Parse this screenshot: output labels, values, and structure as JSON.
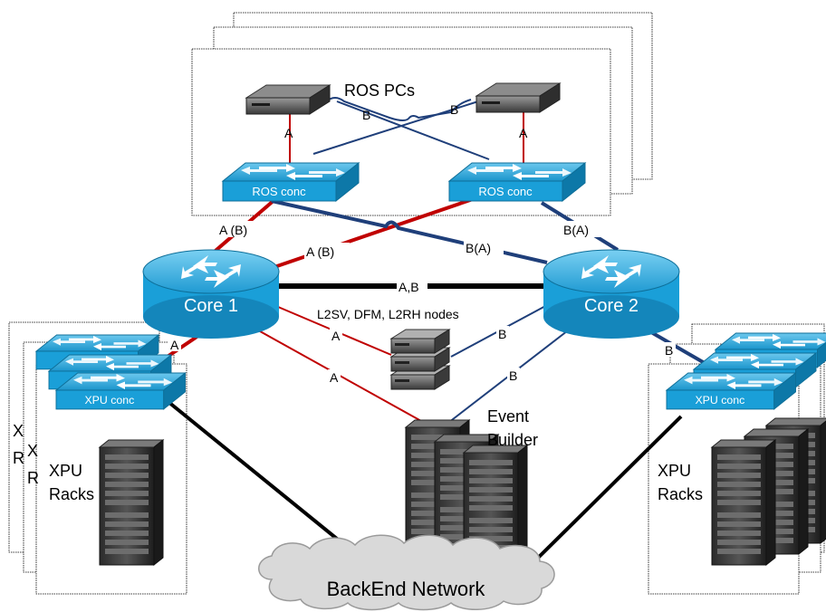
{
  "diagram": {
    "ros_pcs_label": "ROS PCs",
    "ros_conc_left": "ROS conc",
    "ros_conc_right": "ROS conc",
    "core1": "Core 1",
    "core2": "Core 2",
    "l2_nodes": "L2SV, DFM, L2RH nodes",
    "event_builder_line1": "Event",
    "event_builder_line2": "Builder",
    "xpu_conc_left": "XPU conc",
    "xpu_conc_right": "XPU conc",
    "xpu_racks_left_line1": "XPU",
    "xpu_racks_left_line2": "Racks",
    "xpu_racks_right_line1": "XPU",
    "xpu_racks_right_line2": "Racks",
    "backend_network": "BackEnd Network",
    "links": {
      "ros_pc_left_a": "A",
      "ros_pc_right_a": "A",
      "ros_pc_left_b": "B",
      "ros_pc_right_b": "B",
      "ros_conc_left_core1": "A (B)",
      "ros_conc_right_core1": "A (B)",
      "ros_conc_left_core2": "B(A)",
      "ros_conc_right_core2": "B(A)",
      "core_interlink": "A,B",
      "core1_l2": "A",
      "core1_eb": "A",
      "core2_l2": "B",
      "core2_eb": "B",
      "core1_xpu": "A",
      "core2_xpu": "B"
    },
    "partial_labels": {
      "left_back_x": "X",
      "left_back_r": "R",
      "left_mid_x": "X",
      "left_mid_r": "R"
    },
    "colors": {
      "link_a": "#c00000",
      "link_b": "#1f3f7a",
      "backend": "#000000",
      "device_blue": "#1aa0d8",
      "cloud": "#d9d9d9"
    }
  }
}
